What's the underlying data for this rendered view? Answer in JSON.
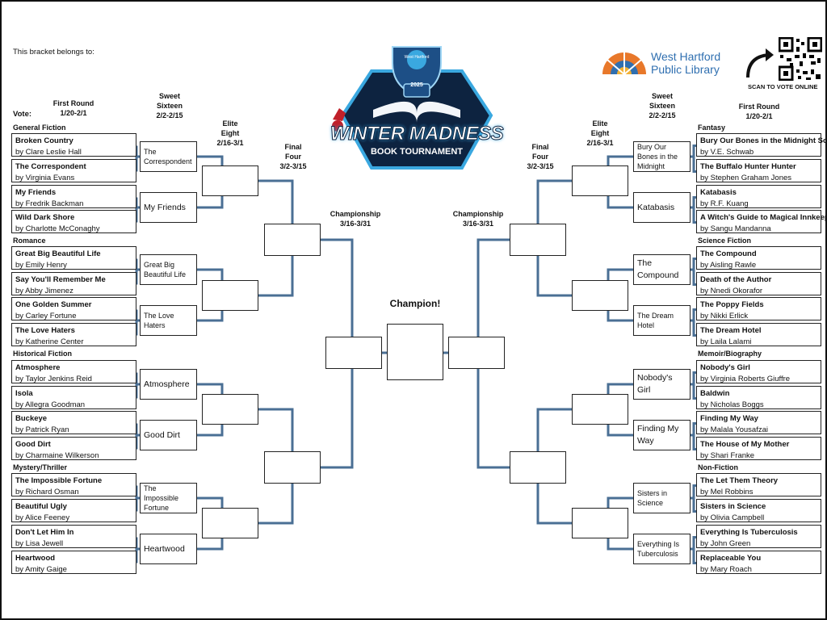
{
  "belongs_label": "This bracket belongs to:",
  "vote_label": "Vote:",
  "logo": {
    "badge_year": "2025",
    "badge_org": "West Hartford",
    "title_line1": "WINTER MADNESS",
    "title_line2": "BOOK TOURNAMENT"
  },
  "library": {
    "line1": "West Hartford",
    "line2": "Public Library"
  },
  "scan_label": "SCAN TO VOTE ONLINE",
  "rounds": {
    "first_left": "First Round\n1/20-2/1",
    "sweet_left": "Sweet\nSixteen\n2/2-2/15",
    "elite_left": "Elite\nEight\n2/16-3/1",
    "final_left": "Final\nFour\n3/2-3/15",
    "champ_left": "Championship\n3/16-3/31",
    "champ_right": "Championship\n3/16-3/31",
    "final_right": "Final\nFour\n3/2-3/15",
    "elite_right": "Elite\nEight\n2/16-3/1",
    "sweet_right": "Sweet\nSixteen\n2/2-2/15",
    "first_right": "First Round\n1/20-2/1"
  },
  "champion_label": "Champion!",
  "left": {
    "categories": [
      "General Fiction",
      "Romance",
      "Historical Fiction",
      "Mystery/Thriller"
    ],
    "books": [
      {
        "title": "Broken Country",
        "author": "by Clare Leslie Hall"
      },
      {
        "title": "The Correspondent",
        "author": "by Virginia Evans"
      },
      {
        "title": "My Friends",
        "author": "by Fredrik Backman"
      },
      {
        "title": "Wild Dark Shore",
        "author": "by Charlotte McConaghy"
      },
      {
        "title": "Great Big Beautiful Life",
        "author": "by Emily Henry"
      },
      {
        "title": "Say You'll Remember Me",
        "author": "by Abby Jimenez"
      },
      {
        "title": "One Golden Summer",
        "author": "by Carley Fortune"
      },
      {
        "title": "The Love Haters",
        "author": "by Katherine Center"
      },
      {
        "title": "Atmosphere",
        "author": "by Taylor Jenkins Reid"
      },
      {
        "title": "Isola",
        "author": "by Allegra Goodman"
      },
      {
        "title": "Buckeye",
        "author": "by Patrick Ryan"
      },
      {
        "title": "Good Dirt",
        "author": "by Charmaine Wilkerson"
      },
      {
        "title": "The Impossible Fortune",
        "author": "by Richard Osman"
      },
      {
        "title": "Beautiful Ugly",
        "author": "by Alice Feeney"
      },
      {
        "title": "Don't Let Him In",
        "author": "by Lisa Jewell"
      },
      {
        "title": "Heartwood",
        "author": "by Amity Gaige"
      }
    ],
    "sweet": [
      "The Correspondent",
      "My Friends",
      "Great Big Beautiful Life",
      "The Love Haters",
      "Atmosphere",
      "Good Dirt",
      "The Impossible Fortune",
      "Heartwood"
    ]
  },
  "right": {
    "categories": [
      "Fantasy",
      "Science Fiction",
      "Memoir/Biography",
      "Non-Fiction"
    ],
    "books": [
      {
        "title": "Bury Our Bones in the Midnight Soil",
        "author": "by V.E. Schwab"
      },
      {
        "title": "The Buffalo Hunter Hunter",
        "author": "by Stephen Graham Jones"
      },
      {
        "title": "Katabasis",
        "author": "by R.F. Kuang"
      },
      {
        "title": "A Witch's Guide to Magical Innkeeping",
        "author": "by Sangu Mandanna"
      },
      {
        "title": "The Compound",
        "author": "by Aisling Rawle"
      },
      {
        "title": "Death of the Author",
        "author": "by Nnedi Okorafor"
      },
      {
        "title": "The Poppy Fields",
        "author": "by Nikki Erlick"
      },
      {
        "title": "The Dream Hotel",
        "author": "by Laila Lalami"
      },
      {
        "title": "Nobody's Girl",
        "author": "by Virginia Roberts Giuffre"
      },
      {
        "title": "Baldwin",
        "author": "by Nicholas Boggs"
      },
      {
        "title": "Finding My Way",
        "author": "by Malala Yousafzai"
      },
      {
        "title": "The House of My Mother",
        "author": "by Shari Franke"
      },
      {
        "title": "The Let Them Theory",
        "author": "by Mel Robbins"
      },
      {
        "title": "Sisters in Science",
        "author": "by Olivia Campbell"
      },
      {
        "title": "Everything Is Tuberculosis",
        "author": "by John Green"
      },
      {
        "title": "Replaceable You",
        "author": "by Mary Roach"
      }
    ],
    "sweet": [
      "Bury Our Bones in the Midnight",
      "Katabasis",
      "The Compound",
      "The Dream Hotel",
      "Nobody's Girl",
      "Finding My Way",
      "Sisters in Science",
      "Everything Is Tuberculosis"
    ]
  },
  "colors": {
    "line": "#4a6f94",
    "logo_dark": "#0d2340",
    "logo_blue": "#3aa8e0",
    "cardinal": "#c0202a",
    "lib_orange": "#e8782a",
    "lib_blue": "#2f6fb0"
  }
}
